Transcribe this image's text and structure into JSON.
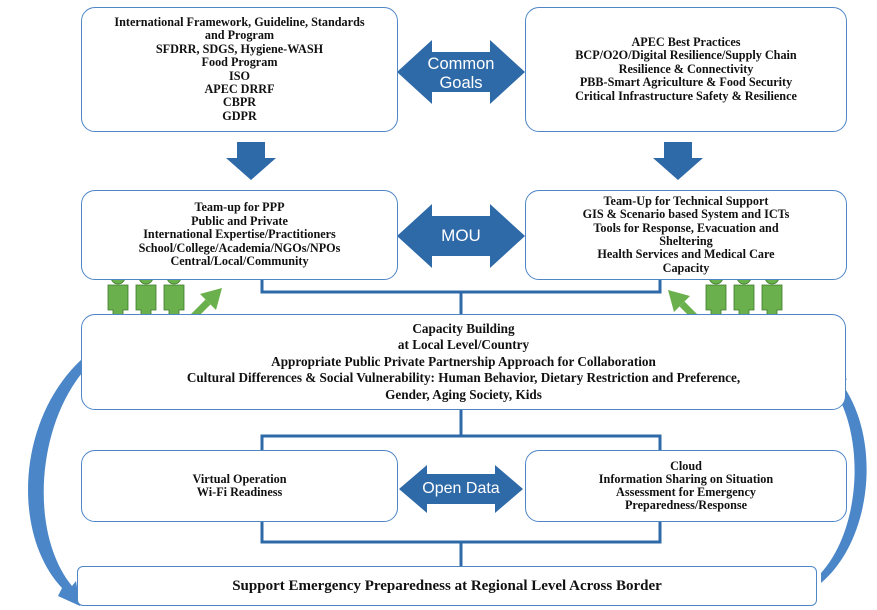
{
  "colors": {
    "box_border": "#4f86c6",
    "arrow_fill": "#2f6aa8",
    "figure_green": "#6ab04c",
    "curve_blue": "#4a86c8"
  },
  "top_left_box": {
    "lines": [
      "International Framework, Guideline, Standards",
      "and Program",
      "SFDRR, SDGS, Hygiene-WASH",
      "Food Program",
      "ISO",
      "APEC DRRF",
      "CBPR",
      "GDPR"
    ]
  },
  "top_right_box": {
    "lines": [
      "APEC Best Practices",
      "BCP/O2O/Digital Resilience/Supply Chain",
      "Resilience & Connectivity",
      "PBB-Smart Agriculture & Food Security",
      "Critical Infrastructure Safety & Resilience"
    ]
  },
  "common_goals_arrow": {
    "line1": "Common",
    "line2": "Goals"
  },
  "mid_left_box": {
    "lines": [
      "Team-up for PPP",
      "Public and Private",
      "International Expertise/Practitioners",
      "School/College/Academia/NGOs/NPOs",
      "Central/Local/Community"
    ]
  },
  "mid_right_box": {
    "lines": [
      "Team-Up for Technical Support",
      "GIS & Scenario based System and ICTs",
      "Tools for Response, Evacuation and",
      "Sheltering",
      "Health Services and Medical Care",
      "Capacity"
    ]
  },
  "mou_arrow": {
    "label": "MOU"
  },
  "capacity_box": {
    "lines": [
      "Capacity Building",
      "at Local Level/Country",
      "Appropriate Public Private Partnership Approach for Collaboration",
      "Cultural Differences & Social Vulnerability: Human Behavior, Dietary Restriction and Preference,",
      "Gender, Aging Society, Kids"
    ]
  },
  "virtual_box": {
    "lines": [
      "Virtual Operation",
      "Wi-Fi Readiness"
    ]
  },
  "cloud_box": {
    "lines": [
      "Cloud",
      "Information Sharing on Situation",
      "Assessment for Emergency",
      "Preparedness/Response"
    ]
  },
  "open_data_arrow": {
    "label": "Open Data"
  },
  "bottom_box": {
    "text": "Support Emergency Preparedness at Regional Level Across Border"
  }
}
